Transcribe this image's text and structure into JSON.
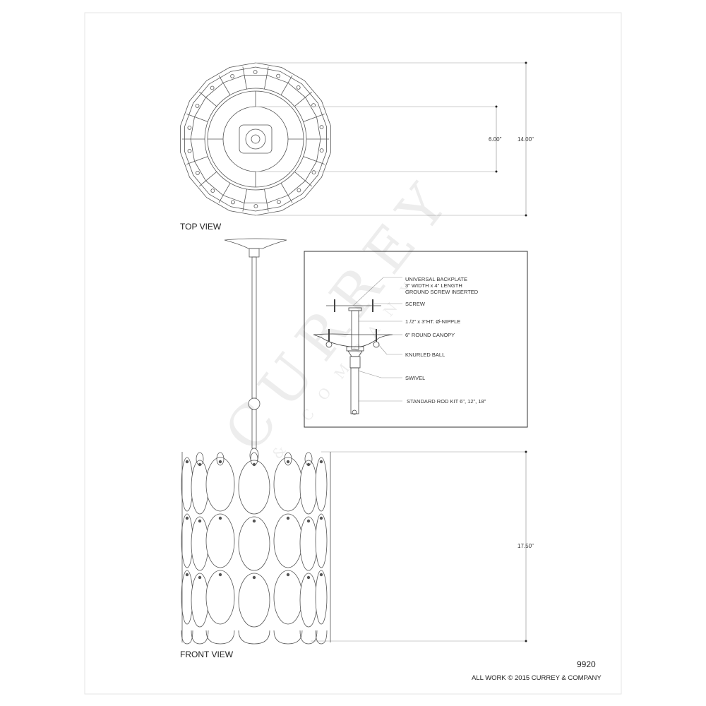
{
  "views": {
    "top_view_label": "TOP VIEW",
    "front_view_label": "FRONT VIEW"
  },
  "dimensions": {
    "outer_diameter": "14.00\"",
    "inner_diameter": "6.00\"",
    "height": "17.50\""
  },
  "detail_callouts": [
    "UNIVERSAL BACKPLATE",
    "3\" WIDTH x 4\" LENGTH",
    "GROUND SCREW INSERTED",
    "SCREW",
    "1 /2\" x 3\"HT. Ø-NIPPLE",
    "6\" ROUND CANOPY",
    "KNURLED BALL",
    "SWIVEL",
    "STANDARD ROD KIT 6\", 12\", 18\""
  ],
  "footer": {
    "item_number": "9920",
    "copyright": "ALL WORK © 2015 CURREY & COMPANY"
  },
  "watermark": {
    "brand": "CURREY",
    "sub": "& COMPANY"
  },
  "colors": {
    "line": "#555555",
    "dim_line": "#aaaaaa"
  }
}
